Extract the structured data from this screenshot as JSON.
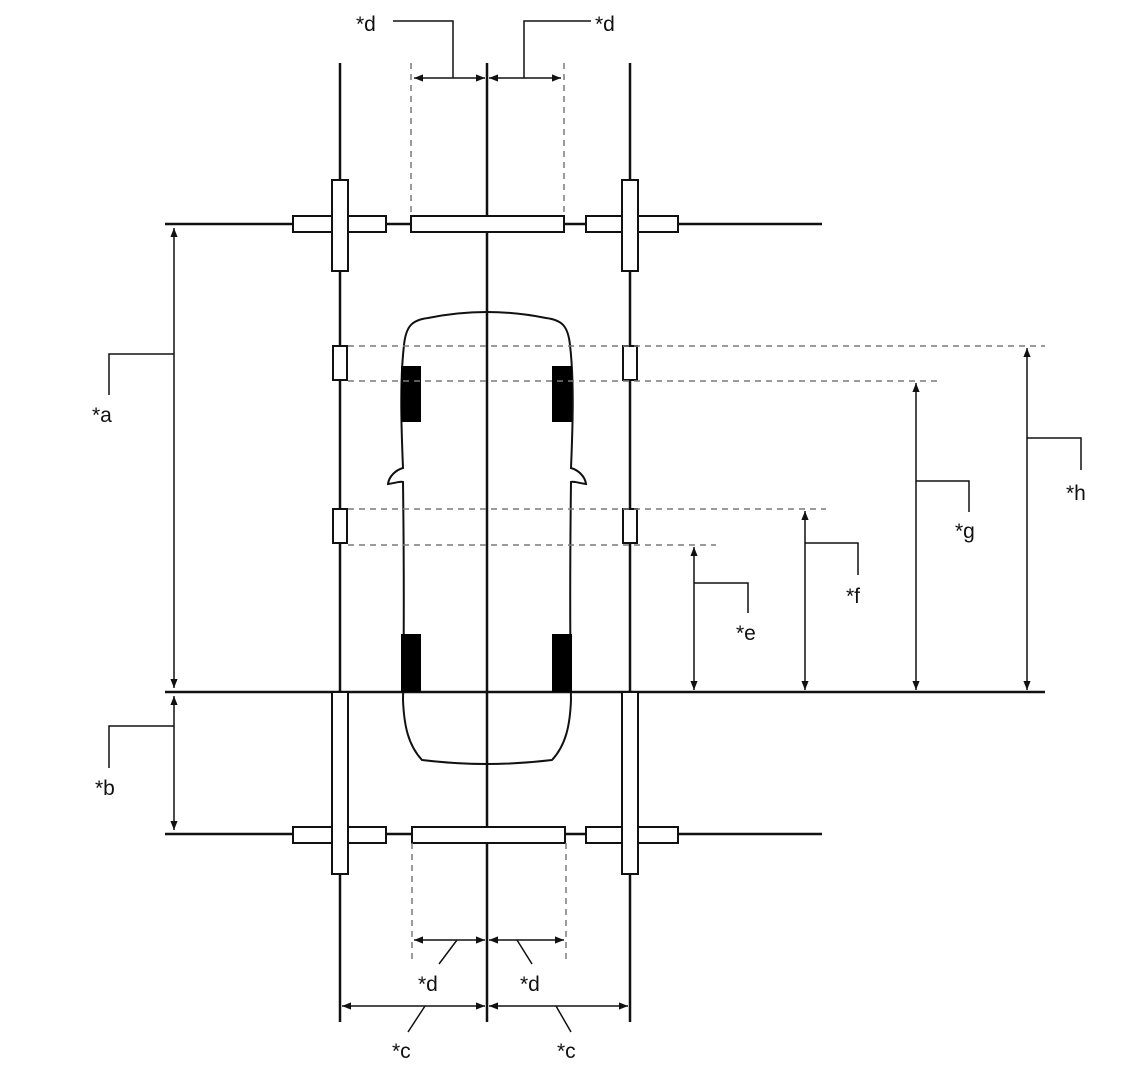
{
  "colors": {
    "line": "#111111",
    "dashed": "#7a7a7a",
    "tire": "#000000",
    "background": "#ffffff"
  },
  "labels": {
    "a": "*a",
    "b": "*b",
    "c_left": "*c",
    "c_right": "*c",
    "d_top_left": "*d",
    "d_top_right": "*d",
    "d_bottom_left": "*d",
    "d_bottom_right": "*d",
    "e": "*e",
    "f": "*f",
    "g": "*g",
    "h": "*h"
  }
}
